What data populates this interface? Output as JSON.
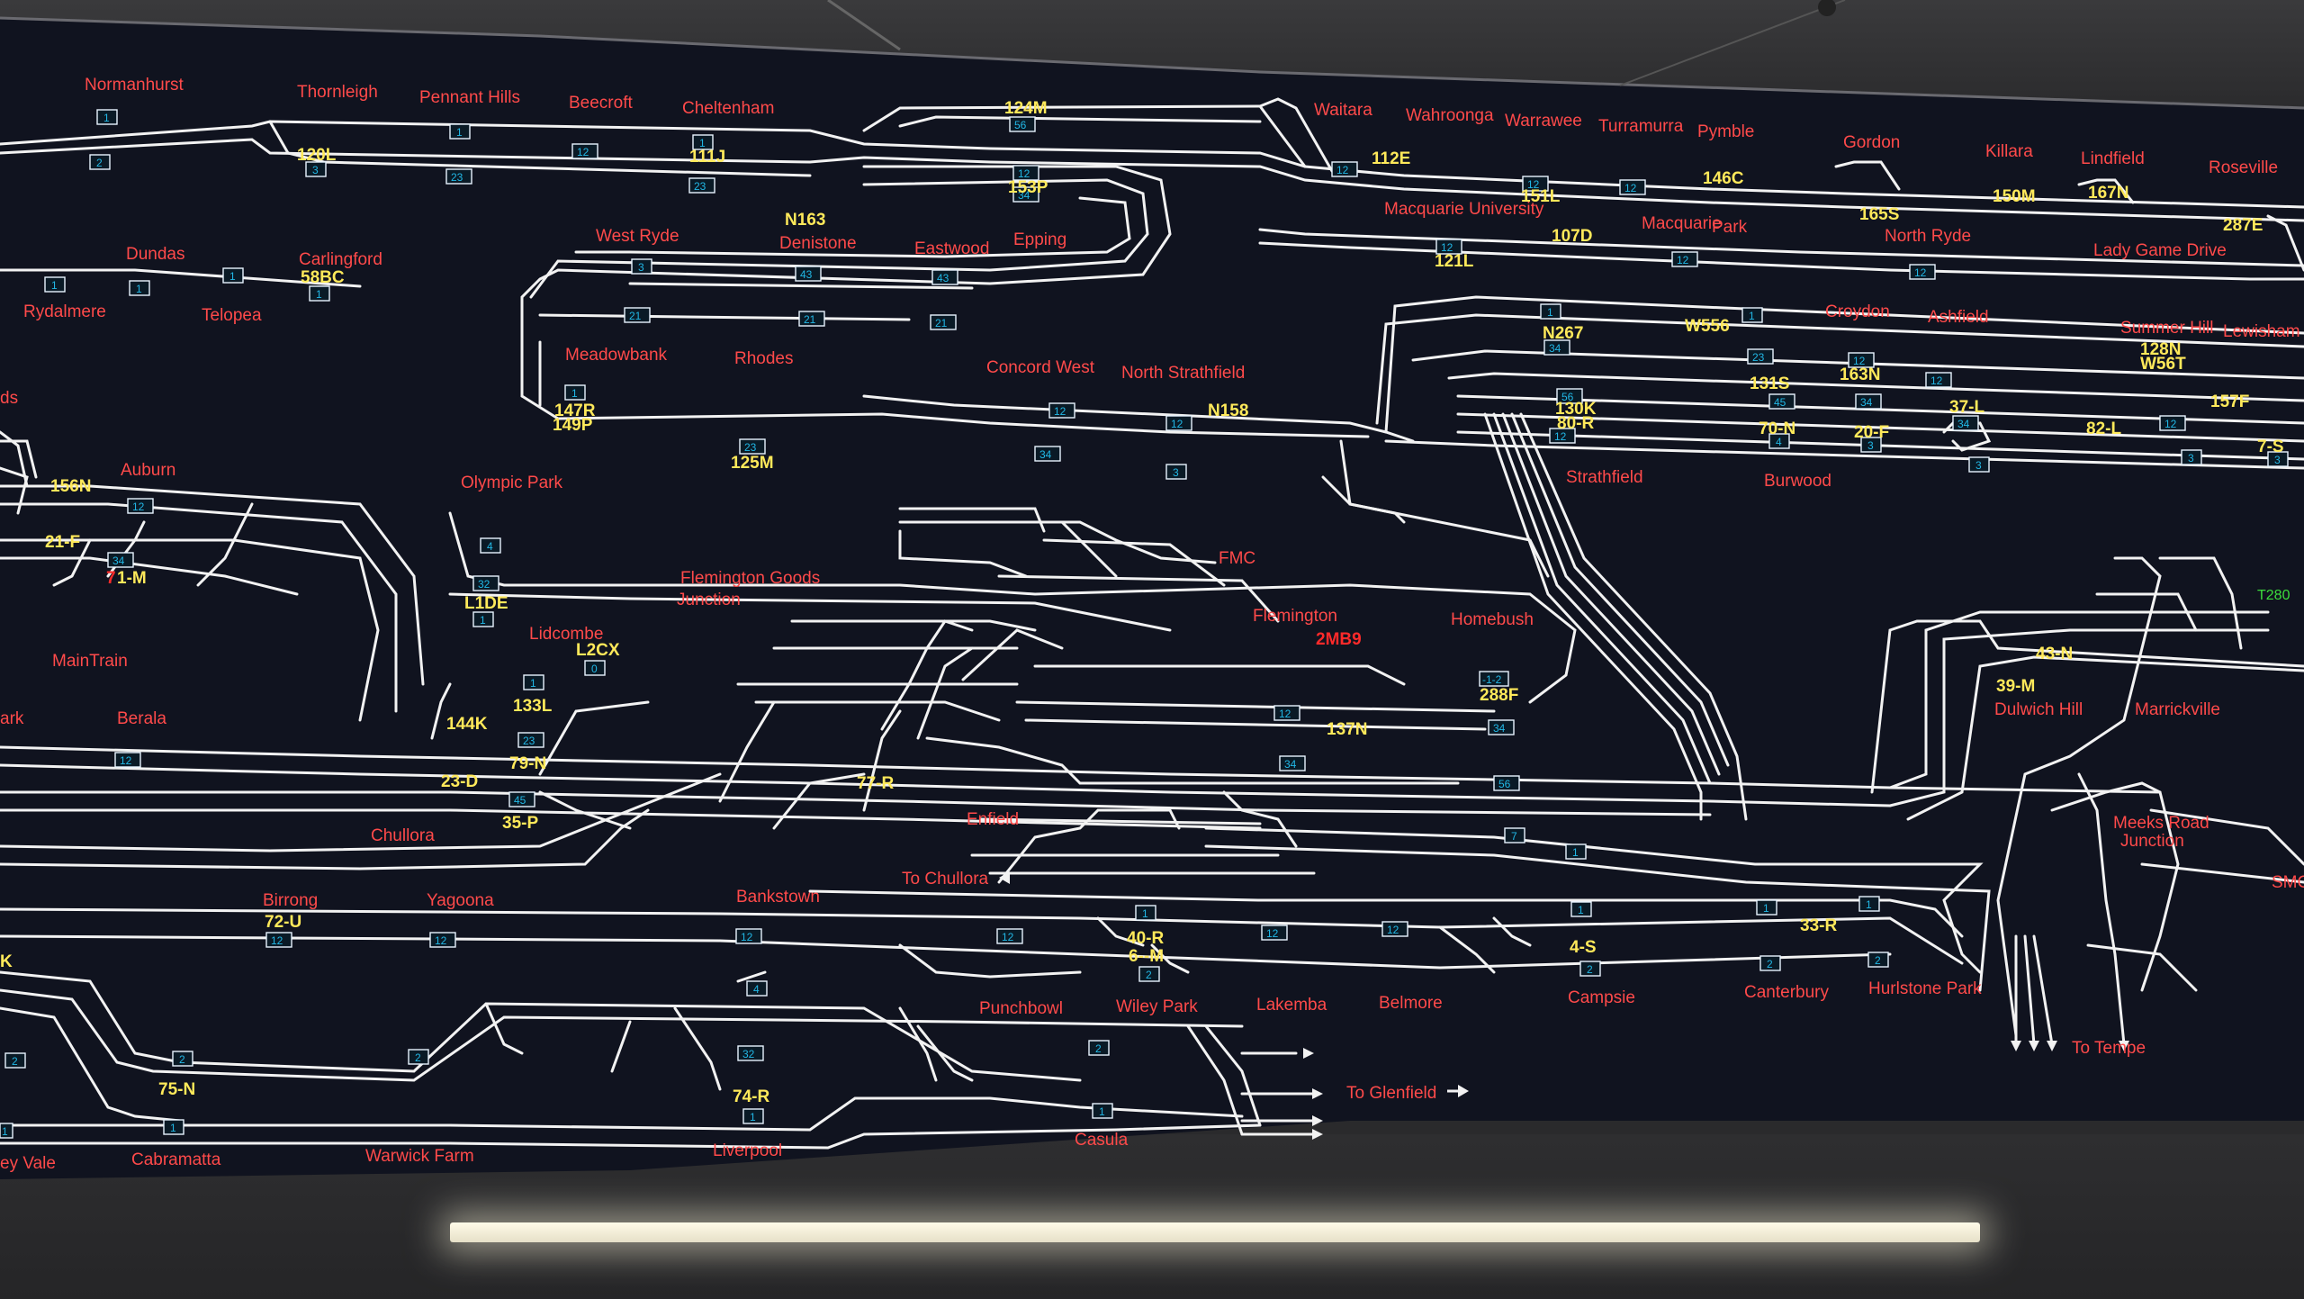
{
  "board": {
    "stations": {
      "normanhurst": "Normanhurst",
      "thornleigh": "Thornleigh",
      "pennant_hills": "Pennant Hills",
      "beecroft": "Beecroft",
      "cheltenham": "Cheltenham",
      "waitara": "Waitara",
      "wahroonga": "Wahroonga",
      "warrawee": "Warrawee",
      "turramurra": "Turramurra",
      "pymble": "Pymble",
      "gordon": "Gordon",
      "killara": "Killara",
      "lindfield": "Lindfield",
      "roseville": "Roseville",
      "dundas": "Dundas",
      "carlingford": "Carlingford",
      "rydalmere": "Rydalmere",
      "telopea": "Telopea",
      "west_ryde": "West Ryde",
      "denistone": "Denistone",
      "eastwood": "Eastwood",
      "epping": "Epping",
      "macquarie_university": "Macquarie University",
      "macquarie_park": "Macquarie",
      "park": "Park",
      "north_ryde": "North Ryde",
      "lady_game_drive": "Lady Game Drive",
      "meadowbank": "Meadowbank",
      "rhodes": "Rhodes",
      "concord_west": "Concord West",
      "north_strathfield": "North Strathfield",
      "croydon": "Croydon",
      "ashfield": "Ashfield",
      "summer_hill": "Summer Hill",
      "lewisham": "Lewisham",
      "strathfield": "Strathfield",
      "burwood": "Burwood",
      "olympic_park": "Olympic Park",
      "auburn": "Auburn",
      "fmc": "FMC",
      "flemington_goods": "Flemington Goods",
      "junction": "Junction",
      "flemington": "Flemington",
      "homebush": "Homebush",
      "lidcombe": "Lidcombe",
      "maintrain": "MainTrain",
      "berala": "Berala",
      "park_edge": "ark",
      "dulwich_hill": "Dulwich Hill",
      "marrickville": "Marrickville",
      "meeks_road": "Meeks Road",
      "meeks_junction": "Junction",
      "smc": "SMC",
      "chullora": "Chullora",
      "enfield": "Enfield",
      "to_chullora": "To Chullora",
      "birrong": "Birrong",
      "yagoona": "Yagoona",
      "bankstown": "Bankstown",
      "punchbowl": "Punchbowl",
      "wiley_park": "Wiley Park",
      "lakemba": "Lakemba",
      "belmore": "Belmore",
      "campsie": "Campsie",
      "canterbury": "Canterbury",
      "hurlstone_park": "Hurlstone Park",
      "to_tempe": "To Tempe",
      "to_glenfield": "To Glenfield",
      "cabramatta": "Cabramatta",
      "warwick_farm": "Warwick Farm",
      "liverpool": "Liverpool",
      "casula": "Casula",
      "valley_vale": "ey Vale",
      "ds_edge": "ds"
    },
    "signals": {
      "s120L": "120L",
      "s111J": "111J",
      "s124M": "124M",
      "s153P": "153P",
      "s112E": "112E",
      "s151L": "151L",
      "s146C": "146C",
      "s165S": "165S",
      "s150M": "150M",
      "s167N": "167N",
      "s287E": "287E",
      "s121L": "121L",
      "s107D": "107D",
      "s58BC": "58BC",
      "sN163": "N163",
      "sN267": "N267",
      "sW556": "W556",
      "s131S": "131S",
      "s163N": "163N",
      "s128N": "128N",
      "sW56T": "W56T",
      "s130K": "130K",
      "s80R": "80-R",
      "s70N": "70-N",
      "s20F": "20-F",
      "s37L": "37-L",
      "s82L": "82-L",
      "s157F": "157F",
      "s7S": "7-S",
      "s147R": "147R",
      "s149P": "149P",
      "s125M": "125M",
      "sN158": "N158",
      "s156N": "156N",
      "s21F": "21-F",
      "s71M": "71-M",
      "sL1DE": "L1DE",
      "sL2CX": "L2CX",
      "s133L": "133L",
      "s144K": "144K",
      "s79N": "79-N",
      "s23D": "23-D",
      "s35P": "35-P",
      "s77R": "77-R",
      "s2MB9": "2MB9",
      "s288F": "288F",
      "s137N": "137N",
      "s43N": "43-N",
      "s39M": "39-M",
      "s72U": "72-U",
      "s40R": "40-R",
      "s6M": "6--M",
      "s4S": "4-S",
      "s33R": "33-R",
      "s75N": "75-N",
      "s74R": "74-R",
      "sK": "K",
      "sT280": "T280"
    },
    "tracks": {
      "t1": "1",
      "t2": "2",
      "t3": "3",
      "t4": "4",
      "t7": "7",
      "t12": "12",
      "t21": "21",
      "t23": "23",
      "t32": "32",
      "t34": "34",
      "t43": "43",
      "t45": "45",
      "t56": "56",
      "t0": "0",
      "t11": "-1-2"
    }
  },
  "colors": {
    "panel": "#10131f",
    "track": "#f2f2f2",
    "station": "#ff4a4a",
    "signal": "#ffe95a",
    "track_number": "#21b8e6",
    "green_label": "#3cdc3c"
  }
}
